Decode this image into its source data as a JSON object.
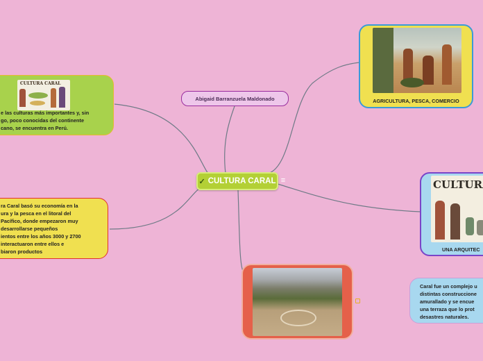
{
  "central": {
    "label": "CULTURA CARAL",
    "check": "✓",
    "note": "≡"
  },
  "author": {
    "label": "Abigaid Barranzuela Maldonado"
  },
  "topics": {
    "cultura_intro": {
      "image_title": "CULTURA CARAL",
      "text": "e las culturas más importantes y, sin\ngo, poco conocidas del continente\ncano, se encuentra en Perú."
    },
    "economia": {
      "text": "ra Caral basó su economía en la\nura y la pesca en el litoral del\nPacífico, donde empezaron muy\ndesarrollarse pequeños\nientos entre los años 3000 y 2700\ninteractuaron entre ellos e\nbiaron productos"
    },
    "agricultura": {
      "label": "AGRICULTURA, PESCA, COMERCIO"
    },
    "arquitectura": {
      "image_title": "CULTURA CA",
      "label": "UNA ARQUITEC"
    },
    "ruinas": {},
    "complejo": {
      "text": "Caral fue un complejo u\ndistintas construccione\namurallado y se encue\nuna terraza que lo prot\ndesastres naturales."
    }
  },
  "colors": {
    "background": "#eeb4d6",
    "link": "#6e7a86",
    "central": "#b3d035",
    "green_card": "#a8d24c",
    "yellow_card": "#f0e050",
    "blue_card": "#a8d8ef",
    "red_card": "#e5604a"
  }
}
